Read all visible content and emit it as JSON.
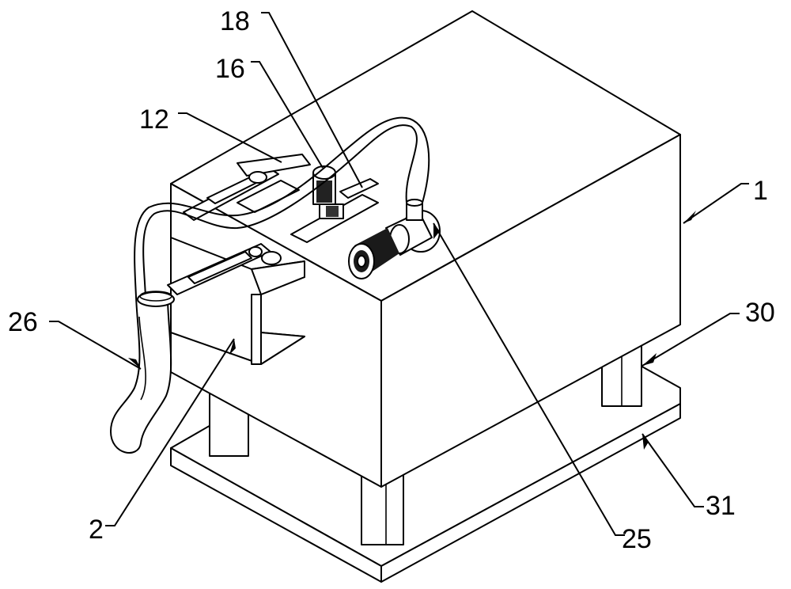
{
  "labels": {
    "l1": "1",
    "l2": "2",
    "l12": "12",
    "l16": "16",
    "l18": "18",
    "l25": "25",
    "l26": "26",
    "l30": "30",
    "l31": "31"
  },
  "colors": {
    "line": "#000000",
    "background": "#ffffff",
    "dark_part": "#222222"
  }
}
